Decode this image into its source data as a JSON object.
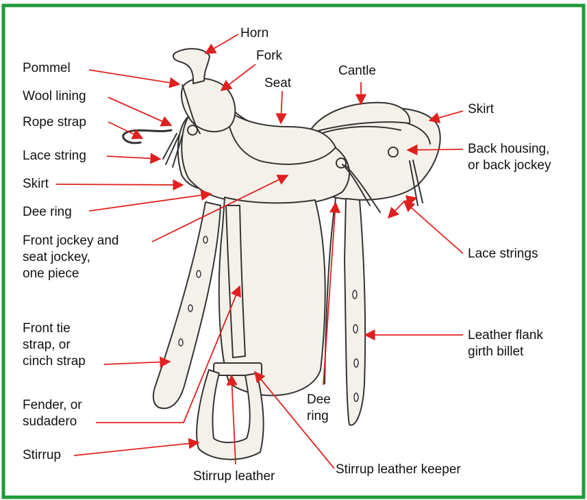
{
  "colors": {
    "frame": "#1f9a3a",
    "arrow": "#e0201e",
    "ink": "#333333",
    "leather": "#f4f1ea"
  },
  "labels": {
    "horn": "Horn",
    "fork": "Fork",
    "pommel": "Pommel",
    "seat": "Seat",
    "cantle": "Cantle",
    "skirt_right": "Skirt",
    "wool_lining": "Wool lining",
    "rope_strap": "Rope strap",
    "lace_string": "Lace string",
    "back_housing": "Back housing,\nor back jockey",
    "skirt_left": "Skirt",
    "dee_ring_left": "Dee ring",
    "front_jockey": "Front jockey and\nseat jockey,\none piece",
    "lace_strings": "Lace strings",
    "front_tie_strap": "Front tie\nstrap, or\ncinch strap",
    "leather_flank": "Leather flank\ngirth billet",
    "fender": "Fender, or\nsudadero",
    "dee_ring_bottom": "Dee\nring",
    "stirrup": "Stirrup",
    "stirrup_leather": "Stirrup leather",
    "stirrup_leather_keeper": "Stirrup leather keeper"
  }
}
